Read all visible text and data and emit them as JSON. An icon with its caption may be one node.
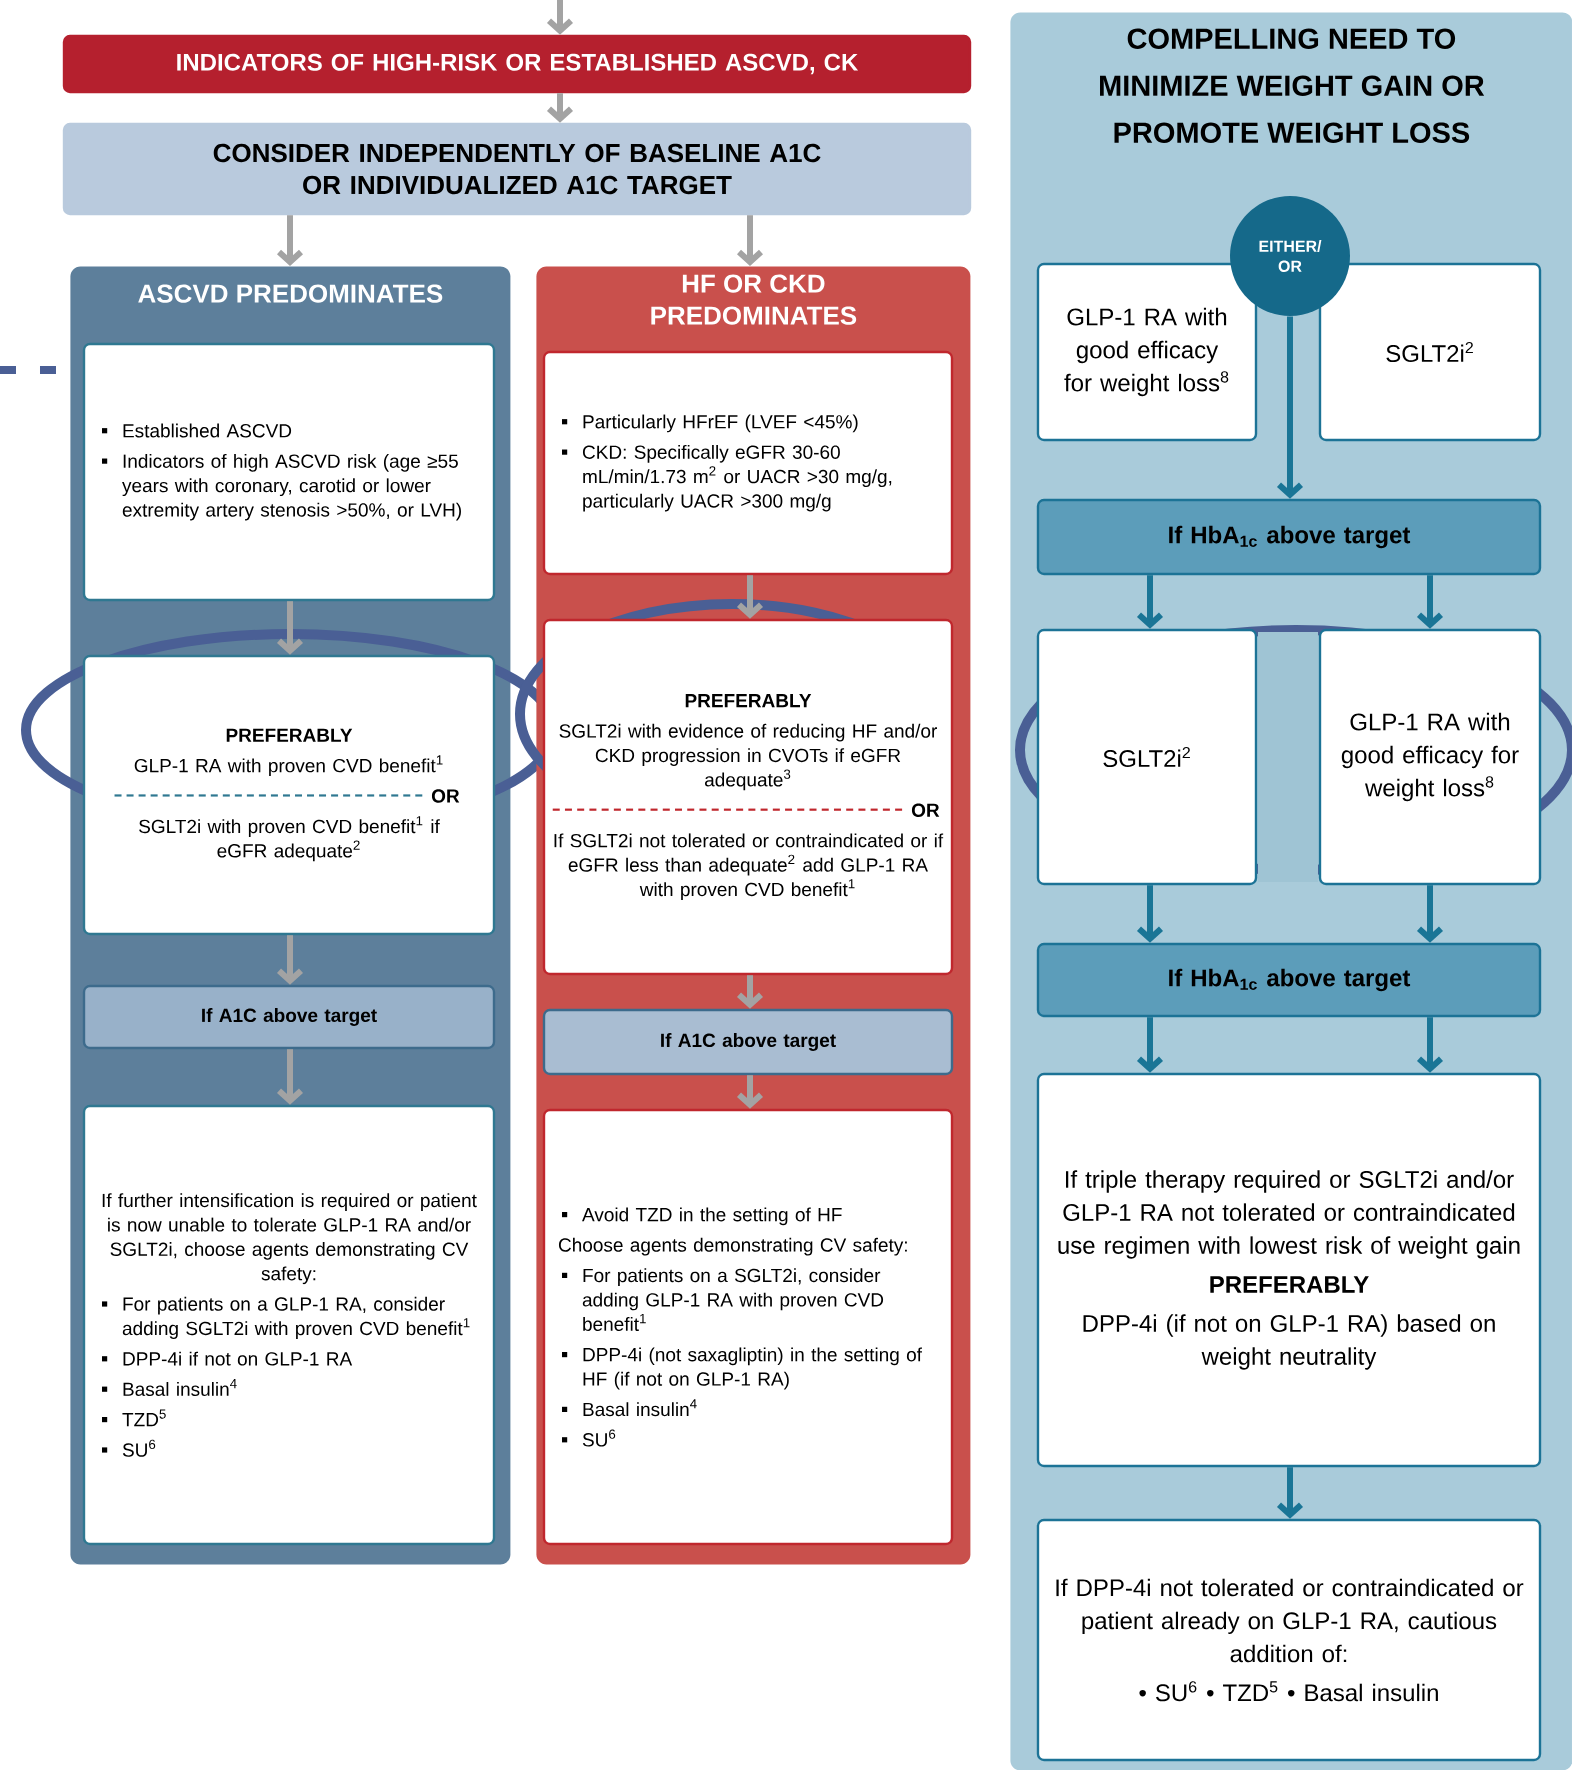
{
  "diagram": {
    "nodes": [
      {
        "text": [
          "INDICATORS OF HIGH-RISK OR ESTABLISHED ASCVD, CK"
        ]
      },
      {
        "text": [
          "CONSIDER INDEPENDENTLY OF BASELINE A1C OR INDIVIDUALIZED A1C TARGET"
        ]
      },
      {
        "text": [
          "ASCVD PREDOMINATES"
        ]
      },
      {
        "text": [
          "Established ASCVD",
          "Indicators of high ASCVD risk (age ≥55 years with coronary, carotid or lower extremity artery stenosis >50%, or LVH)"
        ],
        "in": 2
      },
      {
        "text": [
          "PREFERABLY",
          "GLP-1 RA with proven CVD benefit$^{1}$",
          "OR",
          "SGLT2i with proven CVD benefit$^{1}$ if eGFR adequate$^{2}$"
        ],
        "in": 2
      },
      {
        "text": [
          "If A1C above target"
        ],
        "in": 2
      },
      {
        "text": [
          "If further intensification is required or patient is now unable to tolerate GLP-1 RA and/or SGLT2i, choose agents demonstrating CV safety:",
          "For patients on a GLP-1 RA, consider adding SGLT2i with proven CVD benefit$^{1}$",
          "DPP-4i if not on GLP-1 RA",
          "Basal insulin$^{4}$",
          "TZD$^{5}$",
          "SU$^{6}$"
        ],
        "in": 2
      },
      {
        "text": [
          "HF OR CKD PREDOMINATES"
        ]
      },
      {
        "text": [
          "Particularly HFrEF (LVEF <45%)",
          "CKD: Specifically eGFR 30-60 mL/min/1.73 m$^{2}$ or UACR >30 mg/g, particularly UACR >300 mg/g"
        ],
        "in": 7
      },
      {
        "text": [
          "PREFERABLY",
          "SGLT2i with evidence of reducing HF and/or CKD progression in CVOTs if eGFR adequate$^{3}$",
          "OR",
          "If SGLT2i not tolerated or contraindicated or if eGFR less than adequate$^{2}$ add GLP-1 RA with proven CVD benefit$^{1}$"
        ],
        "in": 7
      },
      {
        "text": [
          "If A1C above target"
        ],
        "in": 7
      },
      {
        "text": [
          "Avoid TZD in the setting of HF",
          "Choose agents demonstrating CV safety:",
          "For patients on a SGLT2i, consider adding GLP-1 RA with proven CVD benefit$^{1}$",
          "DPP-4i (not saxagliptin) in the setting of HF (if not on GLP-1 RA)",
          "Basal insulin$^{4}$",
          "SU$^{6}$"
        ],
        "in": 7
      },
      {
        "text": [
          "COMPELLING NEED TO MINIMIZE WEIGHT GAIN OR PROMOTE WEIGHT LOSS"
        ]
      },
      {
        "text": [
          "EITHER/ OR"
        ],
        "in": 12
      },
      {
        "text": [
          "GLP-1 RA with good efficacy for weight loss$^{8}$"
        ],
        "in": 12
      },
      {
        "text": [
          "SGLT2i$^{2}$"
        ],
        "in": 12
      },
      {
        "text": [
          "If HbA$_{1c}$ above target"
        ],
        "in": 12
      },
      {
        "text": [
          "SGLT2i$^{2}$"
        ],
        "in": 12
      },
      {
        "text": [
          "GLP-1 RA with good efficacy for weight loss$^{8}$"
        ],
        "in": 12
      },
      {
        "text": [
          "If HbA$_{1c}$ above target"
        ],
        "in": 12
      },
      {
        "text": [
          "If triple therapy required or SGLT2i and/or GLP-1 RA not tolerated or contraindicated use regimen with lowest risk of weight gain",
          "PREFERABLY",
          "DPP-4i (if not on GLP-1 RA) based on weight neutrality"
        ],
        "in": 12
      },
      {
        "text": [
          "If DPP-4i not tolerated or contraindicated or patient already on GLP-1 RA, cautious addition of:",
          "• SU$^{6}$ • TZD$^{5}$ • Basal insulin"
        ],
        "in": 12
      },
      {
        "text": [],
        "shape": "box",
        "in": 12
      }
    ],
    "edges": [
      {
        "from": null,
        "to": 0,
        "arrow": "to"
      },
      {
        "from": 0,
        "to": 1,
        "arrow": "to"
      },
      {
        "from": 1,
        "to": 2,
        "arrow": "to"
      },
      {
        "from": 1,
        "to": 7,
        "arrow": "to"
      },
      {
        "from": 3,
        "to": 4,
        "arrow": "to"
      },
      {
        "from": 4,
        "to": 5,
        "arrow": "to"
      },
      {
        "from": 5,
        "to": 6,
        "arrow": "to"
      },
      {
        "from": 8,
        "to": 9,
        "arrow": "to"
      },
      {
        "from": 9,
        "to": 10,
        "arrow": "to"
      },
      {
        "from": 10,
        "to": 11,
        "arrow": "to"
      },
      {
        "from": 13,
        "to": 16,
        "arrow": "to",
        "color": "#1a7596"
      },
      {
        "from": 16,
        "to": 17,
        "arrow": "to",
        "color": "#1a7596"
      },
      {
        "from": 16,
        "to": 18,
        "arrow": "to",
        "color": "#1a7596"
      },
      {
        "from": 17,
        "to": 19,
        "arrow": "to",
        "color": "#1a7596"
      },
      {
        "from": 18,
        "to": 19,
        "arrow": "to",
        "color": "#1a7596"
      },
      {
        "from": 19,
        "to": 20,
        "arrow": "to",
        "color": "#1a7596"
      },
      {
        "from": 19,
        "to": 20,
        "arrow": "to",
        "color": "#1a7596"
      },
      {
        "from": 20,
        "to": 21,
        "arrow": "to",
        "color": "#1a7596"
      }
    ]
  }
}
